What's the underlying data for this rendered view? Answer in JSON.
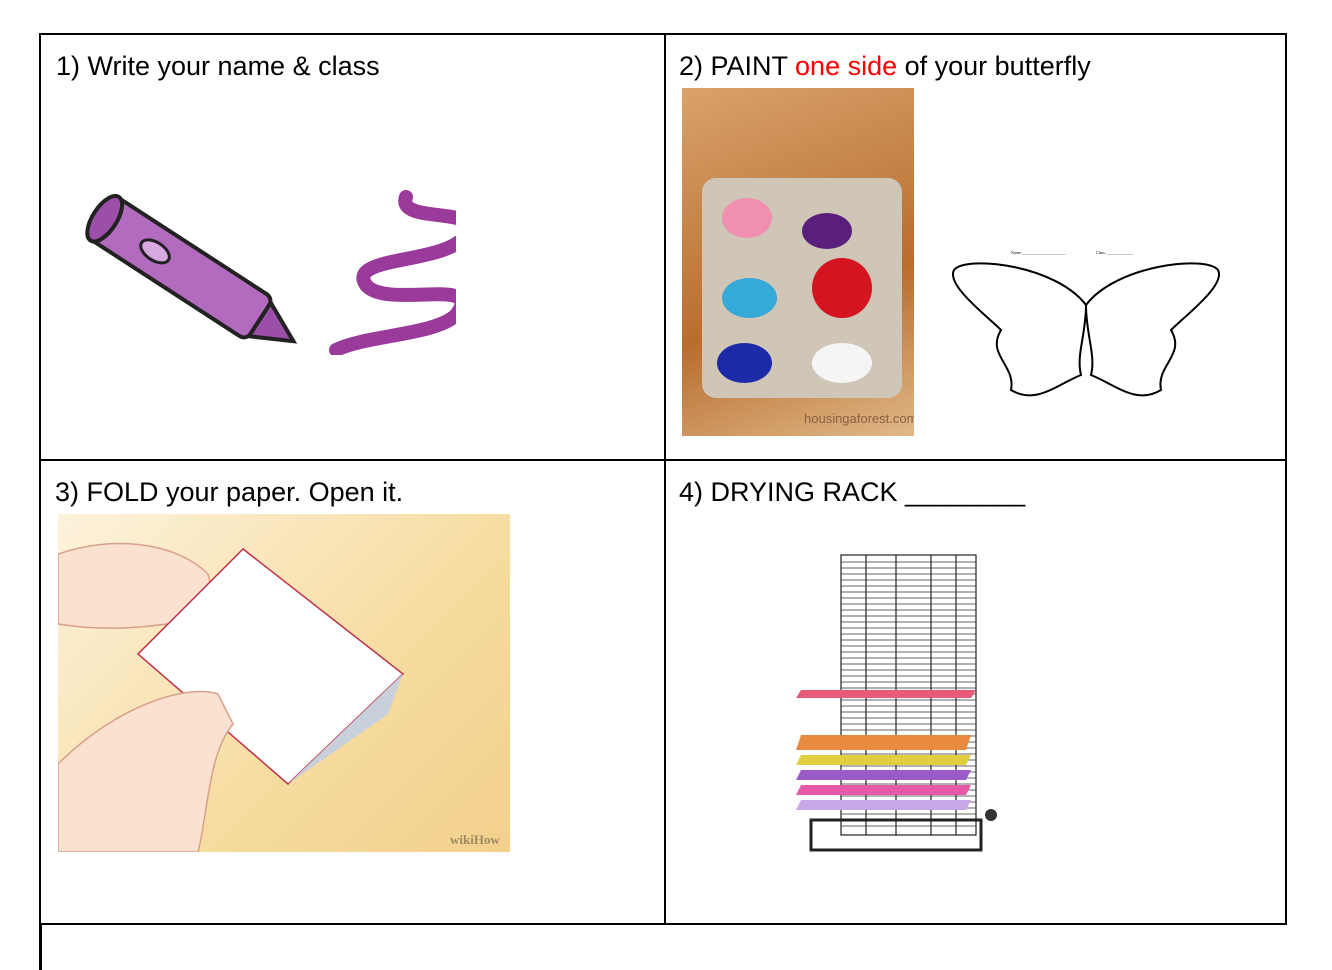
{
  "cells": [
    {
      "caption": "1) Write your name & class",
      "image": "purple-crayon-scribble"
    },
    {
      "caption_pre": "2) PAINT ",
      "caption_highlight": "one side",
      "caption_post": " of your butterfly",
      "photo_watermark": "housingaforest.com",
      "butterfly_name_label": "Name:______________________",
      "butterfly_class_label": "Class: _____________",
      "highlight_color": "#ff0000"
    },
    {
      "caption": "3) FOLD your paper. Open it.",
      "watermark": "wikiHow"
    },
    {
      "caption": "4) DRYING RACK ________"
    }
  ]
}
